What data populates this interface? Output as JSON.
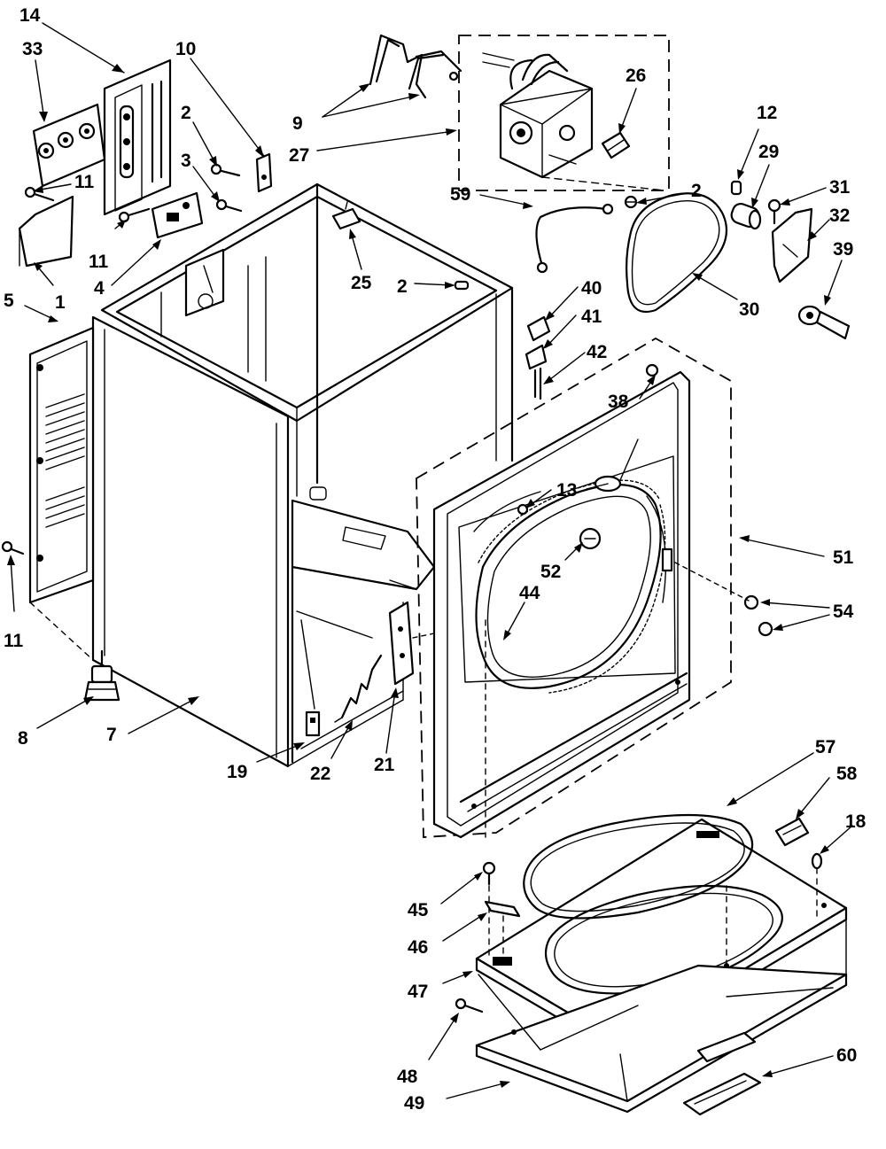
{
  "labels": [
    {
      "id": "l14a",
      "text": "14"
    },
    {
      "id": "l33",
      "text": "33"
    },
    {
      "id": "l10",
      "text": "10"
    },
    {
      "id": "l2a",
      "text": "2"
    },
    {
      "id": "l3",
      "text": "3"
    },
    {
      "id": "l11a",
      "text": "11"
    },
    {
      "id": "l11b",
      "text": "11"
    },
    {
      "id": "l4",
      "text": "4"
    },
    {
      "id": "l1",
      "text": "1"
    },
    {
      "id": "l5",
      "text": "5"
    },
    {
      "id": "l11c",
      "text": "11"
    },
    {
      "id": "l8",
      "text": "8"
    },
    {
      "id": "l7",
      "text": "7"
    },
    {
      "id": "l9",
      "text": "9"
    },
    {
      "id": "l27",
      "text": "27"
    },
    {
      "id": "l26",
      "text": "26"
    },
    {
      "id": "l25",
      "text": "25"
    },
    {
      "id": "l2b",
      "text": "2"
    },
    {
      "id": "l59",
      "text": "59"
    },
    {
      "id": "l2c",
      "text": "2"
    },
    {
      "id": "l12",
      "text": "12"
    },
    {
      "id": "l29",
      "text": "29"
    },
    {
      "id": "l31",
      "text": "31"
    },
    {
      "id": "l32",
      "text": "32"
    },
    {
      "id": "l39",
      "text": "39"
    },
    {
      "id": "l30",
      "text": "30"
    },
    {
      "id": "l40",
      "text": "40"
    },
    {
      "id": "l41",
      "text": "41"
    },
    {
      "id": "l42",
      "text": "42"
    },
    {
      "id": "l38",
      "text": "38"
    },
    {
      "id": "l13",
      "text": "13"
    },
    {
      "id": "l52",
      "text": "52"
    },
    {
      "id": "l44",
      "text": "44"
    },
    {
      "id": "l51",
      "text": "51"
    },
    {
      "id": "l54",
      "text": "54"
    },
    {
      "id": "l19",
      "text": "19"
    },
    {
      "id": "l22",
      "text": "22"
    },
    {
      "id": "l21",
      "text": "21"
    },
    {
      "id": "l57",
      "text": "57"
    },
    {
      "id": "l58",
      "text": "58"
    },
    {
      "id": "l18",
      "text": "18"
    },
    {
      "id": "l45",
      "text": "45"
    },
    {
      "id": "l46",
      "text": "46"
    },
    {
      "id": "l47",
      "text": "47"
    },
    {
      "id": "l48",
      "text": "48"
    },
    {
      "id": "l49",
      "text": "49"
    },
    {
      "id": "l60",
      "text": "60"
    }
  ]
}
